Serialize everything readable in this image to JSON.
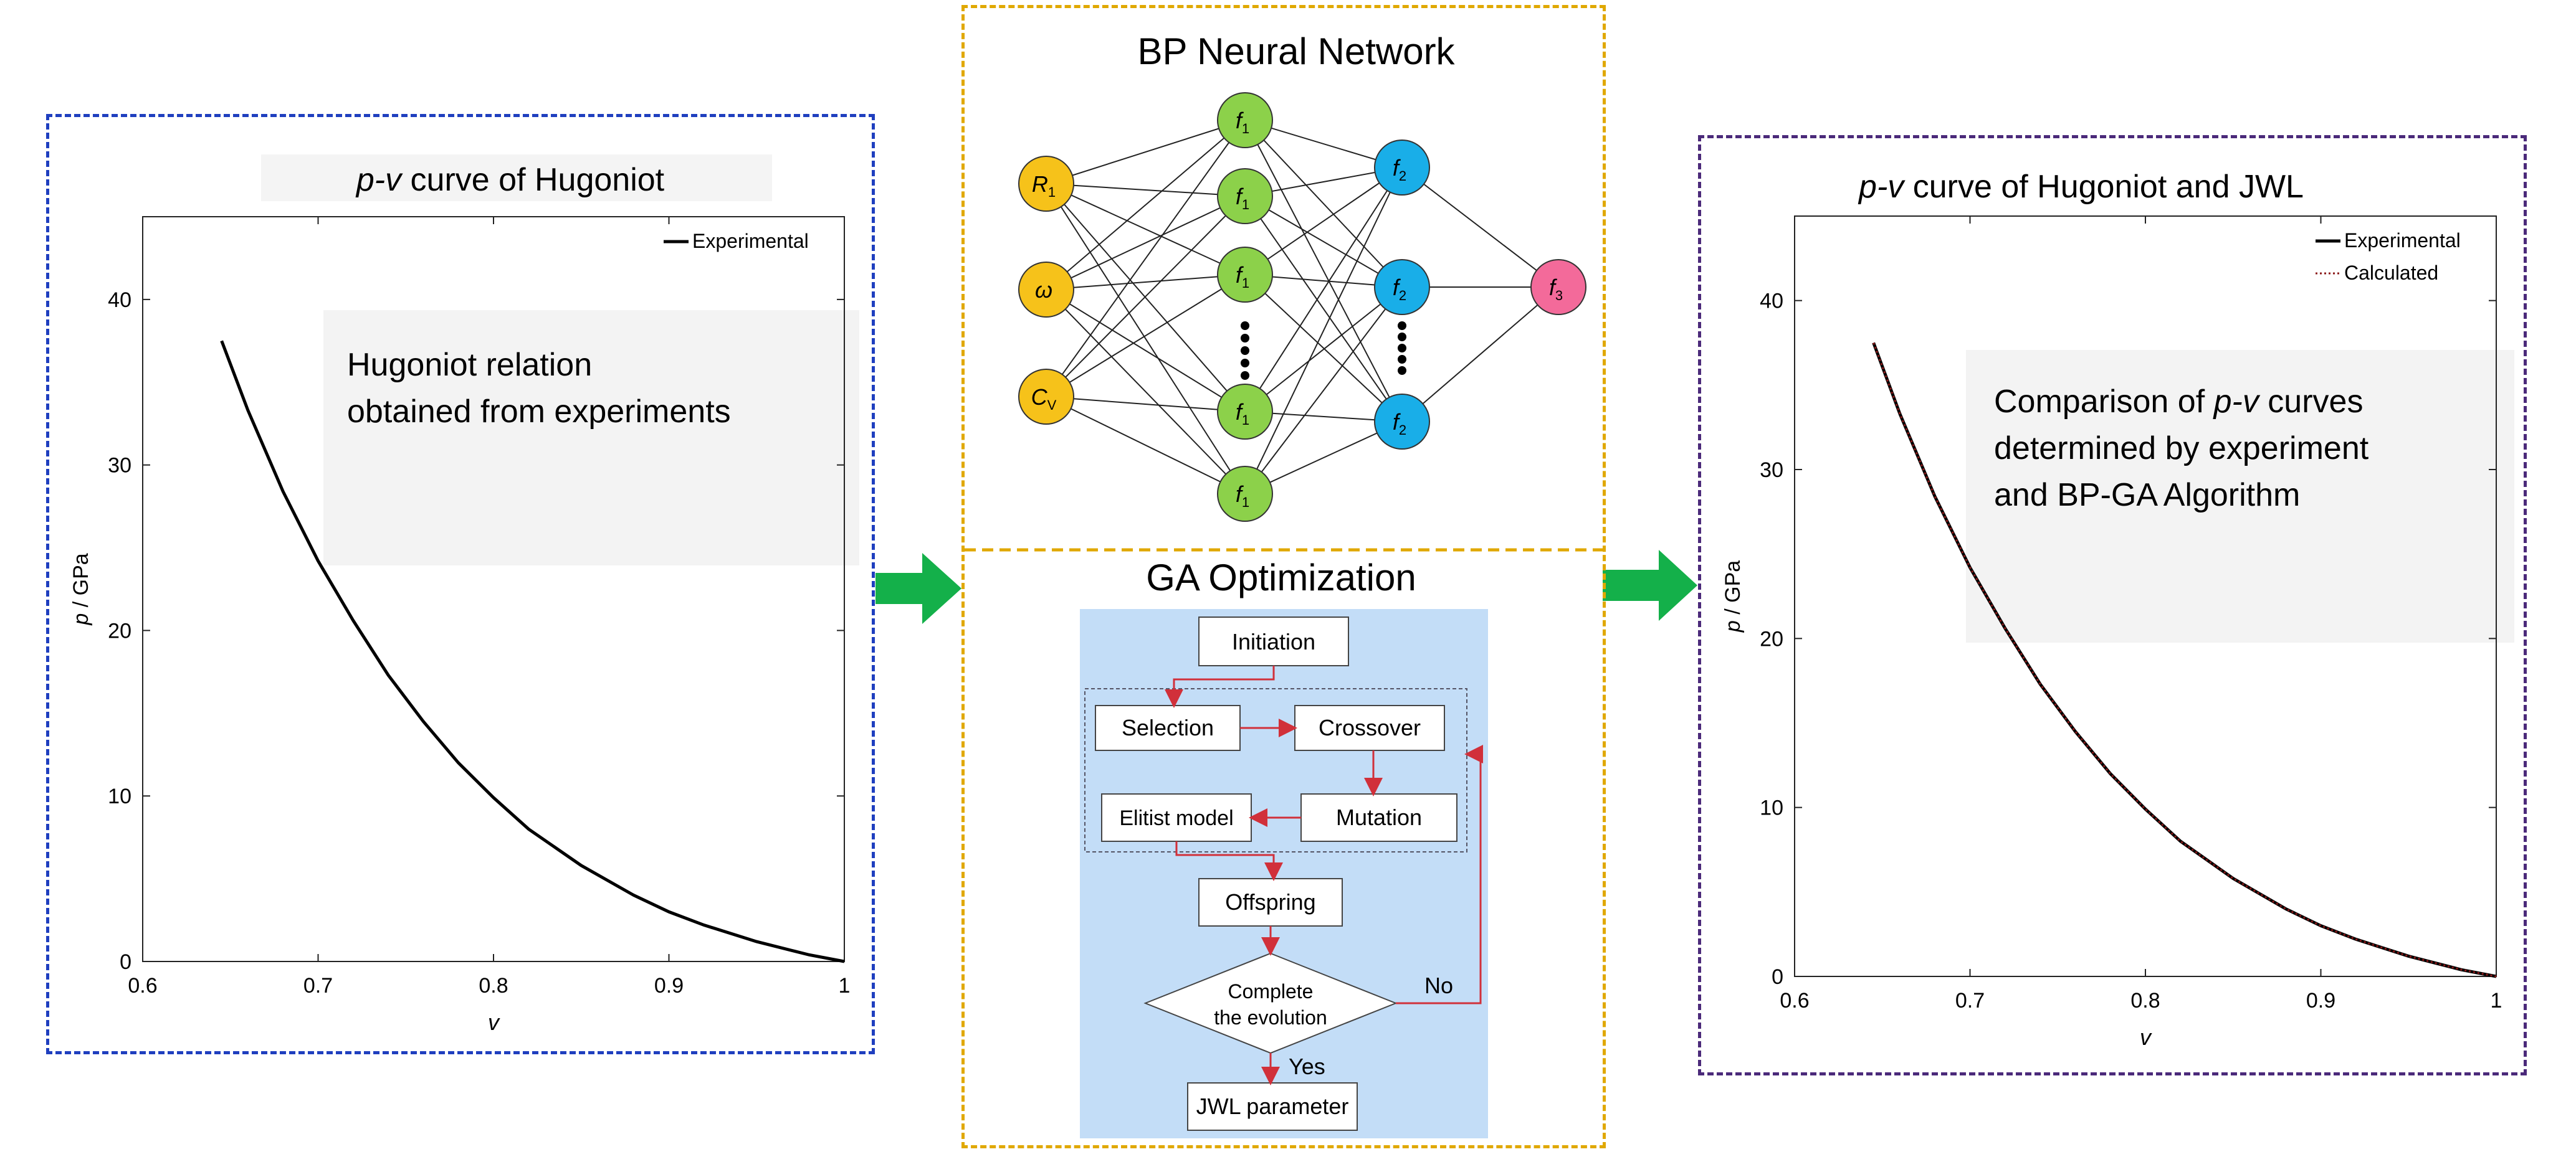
{
  "colors": {
    "panel_left_border": "#1f3fbf",
    "panel_mid_border": "#e0a800",
    "panel_right_border": "#4b2a7a",
    "arrow": "#14b04a",
    "input_node": "#f6c21a",
    "hidden1_node": "#8cd14a",
    "hidden2_node": "#19aee8",
    "output_node": "#f36a9a",
    "flow_bg": "#c3ddf7",
    "flow_arrow": "#d1303a",
    "calculated": "#8b1a1a"
  },
  "left_panel": {
    "title_italic": "p-v",
    "title_rest": " curve of Hugoniot",
    "annotation_lines": [
      "Hugoniot relation",
      "obtained from experiments"
    ],
    "chart_data": {
      "type": "line",
      "title": "p-v curve of Hugoniot",
      "xlabel": "v",
      "ylabel": "p / GPa",
      "xlim": [
        0.6,
        1.0
      ],
      "ylim": [
        0,
        45
      ],
      "x_ticks": [
        "0.6",
        "0.7",
        "0.8",
        "0.9",
        "1"
      ],
      "y_ticks": [
        "0",
        "10",
        "20",
        "30",
        "40"
      ],
      "legend_position": "top-right",
      "series": [
        {
          "name": "Experimental",
          "style": "solid",
          "x": [
            0.645,
            0.66,
            0.68,
            0.7,
            0.72,
            0.74,
            0.76,
            0.78,
            0.8,
            0.82,
            0.85,
            0.88,
            0.9,
            0.92,
            0.95,
            0.98,
            1.0
          ],
          "y": [
            37.5,
            33.3,
            28.4,
            24.2,
            20.6,
            17.3,
            14.5,
            12.0,
            9.9,
            8.0,
            5.8,
            4.0,
            3.0,
            2.2,
            1.2,
            0.4,
            0.0
          ]
        }
      ]
    }
  },
  "middle_panel": {
    "bp_title": "BP Neural Network",
    "ga_title": "GA Optimization",
    "network": {
      "inputs": [
        {
          "main": "R",
          "sub": "1"
        },
        {
          "main": "ω",
          "sub": ""
        },
        {
          "main": "C",
          "sub": "V"
        }
      ],
      "hidden1_label": {
        "main": "f",
        "sub": "1"
      },
      "hidden2_label": {
        "main": "f",
        "sub": "2"
      },
      "output_label": {
        "main": "f",
        "sub": "3"
      }
    },
    "flowchart": {
      "initiation": "Initiation",
      "selection": "Selection",
      "crossover": "Crossover",
      "mutation": "Mutation",
      "elitist": "Elitist model",
      "offspring": "Offspring",
      "decision_line1": "Complete",
      "decision_line2": "the evolution",
      "no_label": "No",
      "yes_label": "Yes",
      "jwl": "JWL parameter"
    }
  },
  "right_panel": {
    "title_italic": "p-v",
    "title_rest": " curve of Hugoniot and JWL",
    "annotation_line1_pre": "Comparison of ",
    "annotation_line1_italic": "p-v",
    "annotation_line1_post": " curves",
    "annotation_line2": "determined by experiment",
    "annotation_line3": "and BP-GA Algorithm",
    "chart_data": {
      "type": "line",
      "title": "p-v curve of Hugoniot and JWL",
      "xlabel": "v",
      "ylabel": "p / GPa",
      "xlim": [
        0.6,
        1.0
      ],
      "ylim": [
        0,
        45
      ],
      "x_ticks": [
        "0.6",
        "0.7",
        "0.8",
        "0.9",
        "1"
      ],
      "y_ticks": [
        "0",
        "10",
        "20",
        "30",
        "40"
      ],
      "legend_position": "top-right",
      "series": [
        {
          "name": "Experimental",
          "style": "solid",
          "x": [
            0.645,
            0.66,
            0.68,
            0.7,
            0.72,
            0.74,
            0.76,
            0.78,
            0.8,
            0.82,
            0.85,
            0.88,
            0.9,
            0.92,
            0.95,
            0.98,
            1.0
          ],
          "y": [
            37.5,
            33.3,
            28.4,
            24.2,
            20.6,
            17.3,
            14.5,
            12.0,
            9.9,
            8.0,
            5.8,
            4.0,
            3.0,
            2.2,
            1.2,
            0.4,
            0.0
          ]
        },
        {
          "name": "Calculated",
          "style": "dotted",
          "x": [
            0.645,
            0.66,
            0.68,
            0.7,
            0.72,
            0.74,
            0.76,
            0.78,
            0.8,
            0.82,
            0.85,
            0.88,
            0.9,
            0.92,
            0.95,
            0.98,
            1.0
          ],
          "y": [
            37.5,
            33.3,
            28.4,
            24.2,
            20.6,
            17.3,
            14.5,
            12.0,
            9.9,
            8.0,
            5.8,
            4.0,
            3.0,
            2.2,
            1.2,
            0.4,
            0.0
          ]
        }
      ]
    }
  }
}
